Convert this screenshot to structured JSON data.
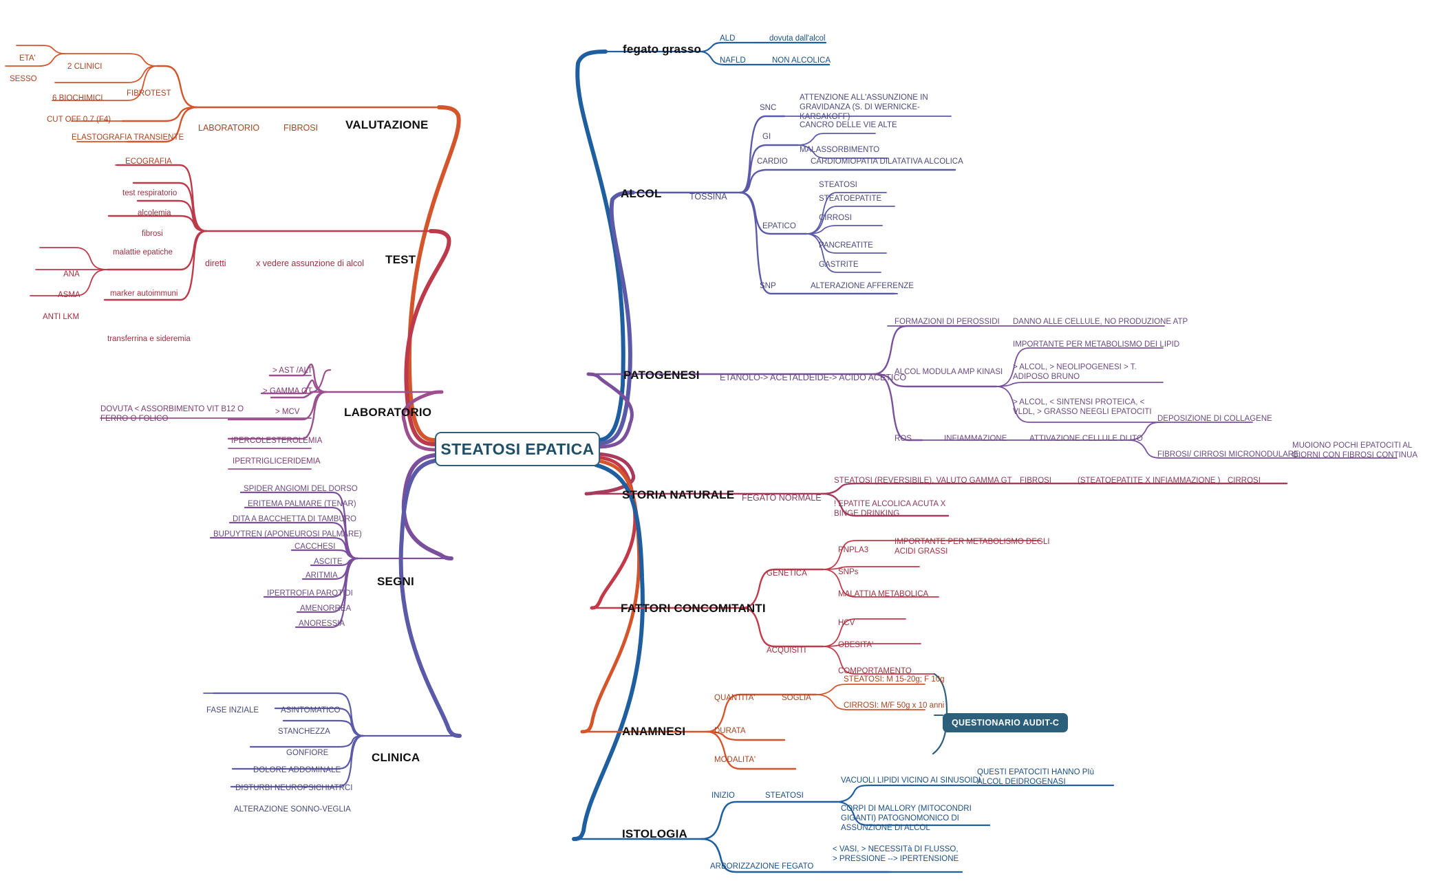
{
  "central": {
    "label": "STEATOSI EPATICA"
  },
  "colors": {
    "blue": "#1f5fa0",
    "blue_dark": "#1b4f87",
    "purple": "#5b5aa8",
    "purple2": "#7a4f9c",
    "magenta": "#9c4f8e",
    "crimson": "#a83a5c",
    "red": "#cf3b3b",
    "orange": "#d4552b",
    "teal_text": "#1f4f68",
    "audit_bg": "#2b5f7c",
    "node_border": "#2e6179"
  },
  "branches": {
    "fegato_grasso": {
      "title": "fegato grasso",
      "children": [
        {
          "label": "ALD",
          "detail": "dovuta dall'alcol"
        },
        {
          "label": "NAFLD",
          "detail": "NON ALCOLICA"
        }
      ]
    },
    "alcol": {
      "title": "ALCOL",
      "level2": "TOSSINA",
      "groups": [
        {
          "label": "SNC",
          "items": [
            "ATTENZIONE ALL'ASSUNZIONE IN GRAVIDANZA (S. DI WERNICKE-KARSAKOFF)"
          ]
        },
        {
          "label": "GI",
          "items": [
            "CANCRO DELLE VIE ALTE",
            "MALASSORBIMENTO"
          ]
        },
        {
          "label": "CARDIO",
          "items": [
            "CARDIOMIOPATIA DILATATIVA ALCOLICA"
          ]
        },
        {
          "label": "EPATICO",
          "items": [
            "STEATOSI",
            "STEATOEPATITE",
            "CIRROSI",
            "PANCREATITE",
            "GASTRITE"
          ]
        },
        {
          "label": "SNP",
          "items": [
            "ALTERAZIONE AFFERENZE"
          ]
        }
      ]
    },
    "patogenesi": {
      "title": "PATOGENESI",
      "level2": "ETANOLO-> ACETALDEIDE-> ACIDO ACETICO",
      "rows": [
        {
          "label": "FORMAZIONI DI PEROSSIDI",
          "detail": "DANNO ALLE CELLULE, NO PRODUZIONE ATP"
        },
        {
          "label": "ALCOL MODULA AMP KINASI",
          "sub": [
            "IMPORTANTE PER METABOLISMO DEI LIPID",
            "> ALCOL, > NEOLIPOGENESI > T. ADIPOSO BRUNO",
            "> ALCOL, < SINTENSI PROTEICA, < VLDL, > GRASSO NEEGLI EPATOCITI"
          ]
        },
        {
          "label": "ROS",
          "chain": [
            "INFIAMMAZIONE",
            "ATTIVAZIONE CELLULE DI ITO"
          ],
          "sub": [
            {
              "label": "DEPOSIZIONE DI COLLAGENE",
              "detail": ""
            },
            {
              "label": "FIBROSI/ CIRROSI MICRONODULARE",
              "detail": "MUOIONO POCHI EPATOCITI AL GIORNI CON FIBROSI CONTINUA"
            }
          ]
        }
      ]
    },
    "storia_naturale": {
      "title": "STORIA NATURALE",
      "level2": "FEGATO NORMALE",
      "chain": [
        "STEATOSI (REVERSIBILE), VALUTO GAMMA GT",
        "FIBROSI",
        "(STEATOEPATITE X INFIAMMAZIONE )",
        "CIRROSI"
      ],
      "alt": "! EPATITE ALCOLICA ACUTA X BINGE DRINKING"
    },
    "fattori_concomitanti": {
      "title": "FATTORI CONCOMITANTI",
      "groups": [
        {
          "label": "GENETICA",
          "items": [
            {
              "label": "PNPLA3",
              "detail": "IMPORTANTE PER METABOLISMO DEGLI ACIDI GRASSI"
            },
            {
              "label": "SNPs",
              "detail": ""
            },
            {
              "label": "MALATTIA METABOLICA",
              "detail": ""
            }
          ]
        },
        {
          "label": "ACQUISITI",
          "items": [
            {
              "label": "HCV",
              "detail": ""
            },
            {
              "label": "OBESITA'",
              "detail": ""
            },
            {
              "label": "COMPORTAMENTO",
              "detail": ""
            }
          ]
        }
      ]
    },
    "anamnesi": {
      "title": "ANAMNESI",
      "groups": [
        {
          "label": "QUANTITA'",
          "level3": "SOGLIA",
          "items": [
            "STEATOSI: M 15-20g; F 10g",
            "CIRROSI: M/F 50g x 10 anni"
          ]
        },
        {
          "label": "DURATA",
          "level3": "",
          "items": []
        },
        {
          "label": "MODALITA'",
          "level3": "",
          "items": []
        }
      ],
      "callout": "QUESTIONARIO AUDIT-C"
    },
    "istologia": {
      "title": "ISTOLOGIA",
      "groups": [
        {
          "label": "INIZIO",
          "level3": "STEATOSI",
          "items": [
            {
              "label": "VACUOLI LIPIDI VICINO AI SINUSOIDI",
              "detail": "QUESTI EPATOCITI HANNO PIù ALCOL DEIDROGENASI"
            },
            {
              "label": "CORPI DI MALLORY (MITOCONDRI GIGANTI) PATOGNOMONICO DI ASSUNZIONE DI ALCOL",
              "detail": ""
            }
          ]
        },
        {
          "label": "ARBORIZZAZIONE FEGATO",
          "level3": "",
          "items": [
            {
              "label": "< VASI, > NECESSITà DI FLUSSO, > PRESSIONE --> IPERTENSIONE",
              "detail": ""
            }
          ]
        }
      ]
    },
    "valutazione": {
      "title": "VALUTAZIONE",
      "level2": "FIBROSI",
      "level3": "LABORATORIO",
      "groups": [
        {
          "label": "FIBROTEST",
          "items": [
            "2 CLINICI",
            "6 BIOCHIMICI",
            "CUT OFF 0.7 (F4)"
          ],
          "leaves": [
            "ETA'",
            "SESSO"
          ]
        },
        {
          "label": "ELASTOGRAFIA TRANSIENTE",
          "items": []
        },
        {
          "label": "ECOGRAFIA",
          "items": []
        }
      ]
    },
    "test": {
      "title": "TEST",
      "level2": "x vedere assunzione di alcol",
      "level3": "diretti",
      "items": [
        "test respiratorio",
        "alcolemia",
        "fibrosi",
        "malattie epatiche",
        "marker autoimmuni",
        "transferrina e sideremia"
      ],
      "autoimmuni": [
        "ANA",
        "ASMA",
        "ANTI LKM"
      ]
    },
    "laboratorio": {
      "title": "LABORATORIO",
      "items": [
        "> AST /ALT",
        "> GAMMA GT",
        "> MCV",
        "IPERCOLESTEROLEMIA",
        "IPERTRIGLICERIDEMIA"
      ],
      "mcv_detail": "DOVUTA < ASSORBIMENTO VIT B12 O FERRO O FOLICO"
    },
    "segni": {
      "title": "SEGNI",
      "items": [
        "SPIDER ANGIOMI DEL DORSO",
        "ERITEMA PALMARE (TENAR)",
        "DITA A BACCHETTA DI TAMBURO",
        "BUPUYTREN (APONEUROSI PALMARE)",
        "CACCHESI",
        "ASCITE",
        "ARITMIA",
        "IPERTROFIA PAROTIDI",
        "AMENORREA",
        "ANORESSIA"
      ]
    },
    "clinica": {
      "title": "CLINICA",
      "items": [
        "ASINTOMATICO",
        "STANCHEZZA",
        "GONFIORE",
        "DOLORE ADDOMINALE",
        "DISTURBI NEUROPSICHIATRCI",
        "ALTERAZIONE SONNO-VEGLIA"
      ],
      "fase": "FASE INZIALE"
    }
  }
}
